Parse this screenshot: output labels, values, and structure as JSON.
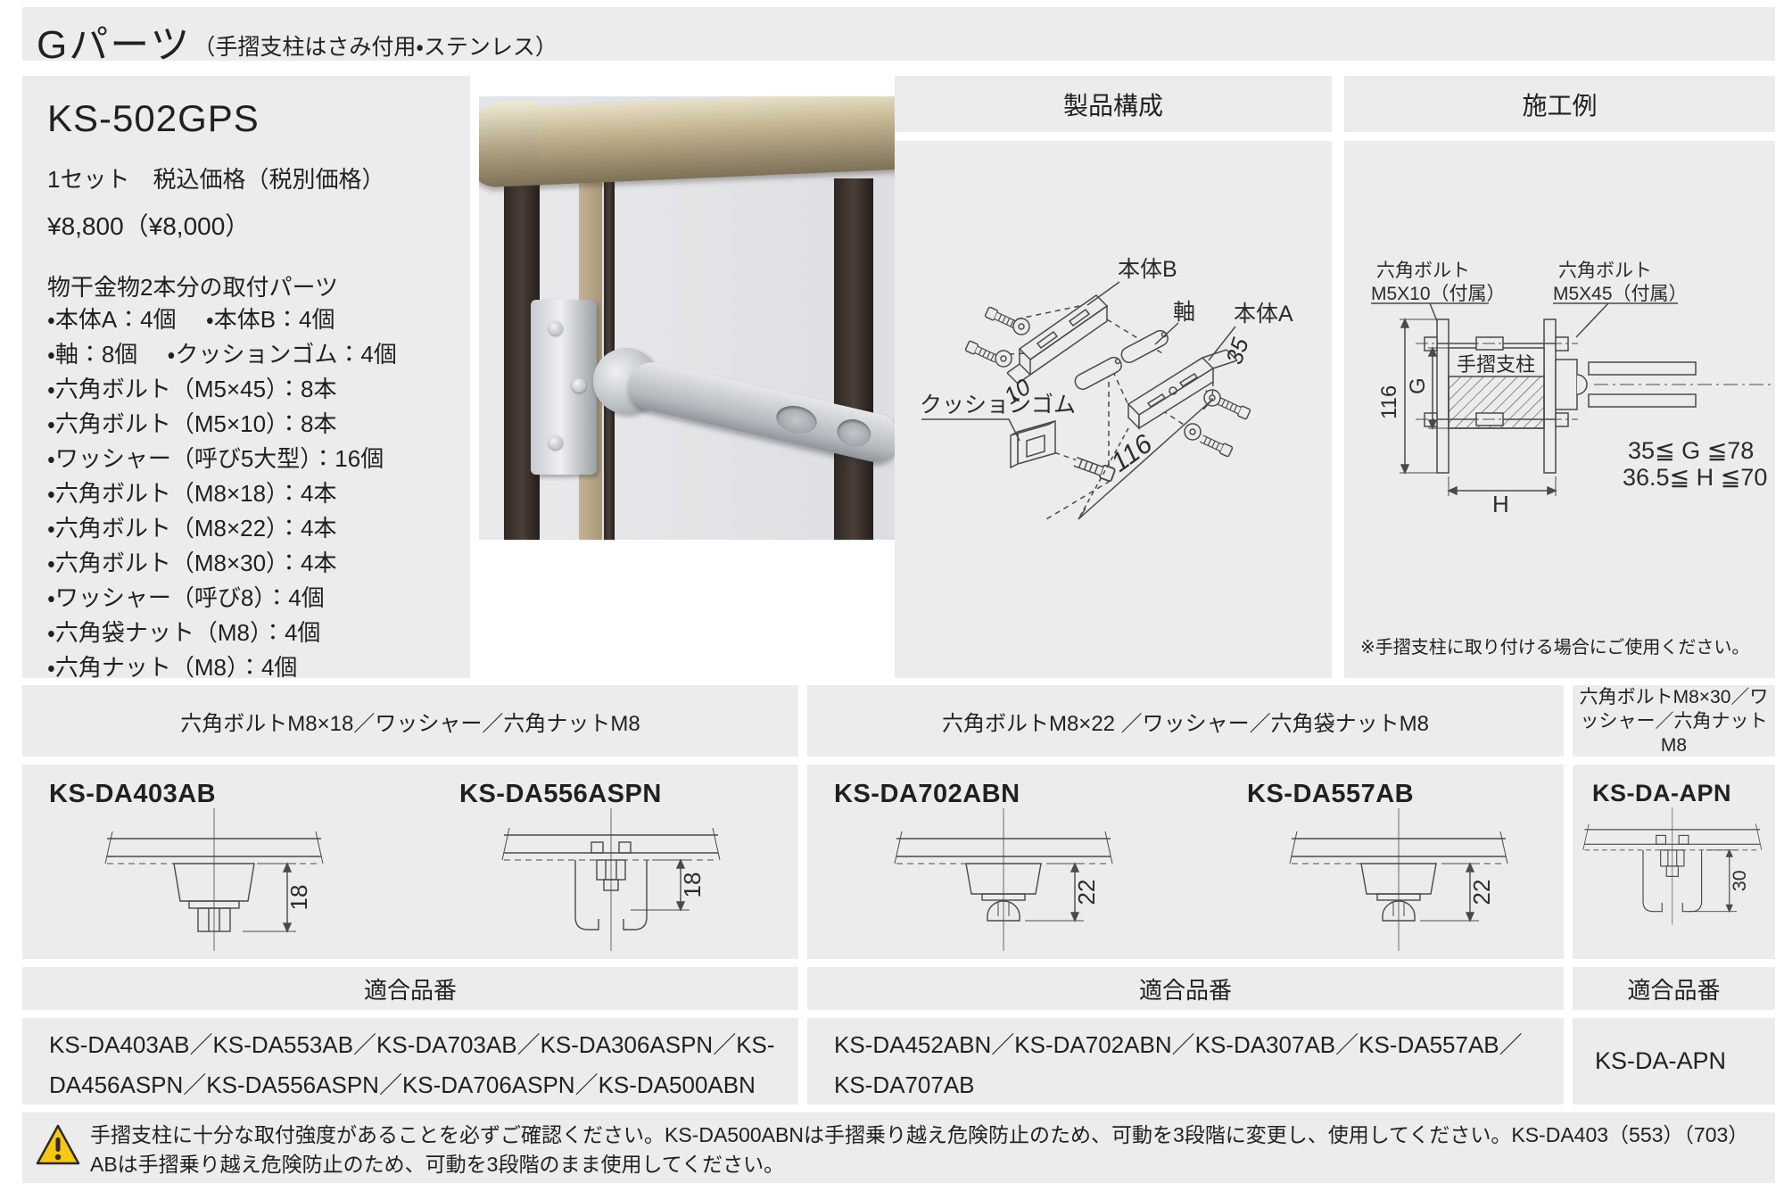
{
  "page": {
    "title": "Gパーツ",
    "title_note": "（手摺支柱はさみ付用・ステンレス）"
  },
  "product": {
    "model": "KS-502GPS",
    "price_label": "1セット　税込価格（税別価格）",
    "price": "¥8,800（¥8,000）",
    "parts_title": "物干金物2本分の取付パーツ",
    "parts": [
      "・本体A：4個　 ・本体B：4個",
      "・軸：8個　 ・クッションゴム：4個",
      "・六角ボルト（M5×45）：8本",
      "・六角ボルト（M5×10）：8本",
      "・ワッシャー（呼び5大型）：16個",
      "・六角ボルト（M8×18）：4本",
      "・六角ボルト（M8×22）：4本",
      "・六角ボルト（M8×30）：4本",
      "・ワッシャー（呼び8）：4個",
      "・六角袋ナット（M8）：4個",
      "・六角ナット（M8）：4個"
    ]
  },
  "composition": {
    "header": "製品構成",
    "labels": {
      "body_b": "本体B",
      "shaft": "軸",
      "body_a": "本体A",
      "cushion": "クッションゴム",
      "dim35": "35",
      "dim10": "10",
      "dim116": "116"
    }
  },
  "installation": {
    "header": "施工例",
    "labels": {
      "bolt_small_1": "六角ボルト",
      "bolt_small_2": "M5X10（付属）",
      "bolt_long_1": "六角ボルト",
      "bolt_long_2": "M5X45（付属）",
      "dim116": "116",
      "dim_g": "G",
      "post": "手摺支柱",
      "dim_h": "H",
      "range_g": "35≦ G ≦78",
      "range_h": "36.5≦ H ≦70",
      "note": "※手摺支柱に取り付ける場合にご使用ください。"
    }
  },
  "table": {
    "groups": [
      {
        "header": "六角ボルトM8×18／ワッシャー／六角ナットM8",
        "fit_label": "適合品番",
        "fit_numbers": "KS-DA403AB／KS-DA553AB／KS-DA703AB／KS-DA306ASPN／KS-DA456ASPN／KS-DA556ASPN／KS-DA706ASPN／KS-DA500ABN"
      },
      {
        "header": "六角ボルトM8×22 ／ワッシャー／六角袋ナットM8",
        "fit_label": "適合品番",
        "fit_numbers": "KS-DA452ABN／KS-DA702ABN／KS-DA307AB／KS-DA557AB／KS-DA707AB"
      },
      {
        "header": "六角ボルトM8×30／ワッシャー／六角ナットM8",
        "fit_label": "適合品番",
        "fit_numbers": "KS-DA-APN"
      }
    ],
    "products": [
      {
        "name": "KS-DA403AB",
        "dim": "18"
      },
      {
        "name": "KS-DA556ASPN",
        "dim": "18"
      },
      {
        "name": "KS-DA702ABN",
        "dim": "22"
      },
      {
        "name": "KS-DA557AB",
        "dim": "22"
      },
      {
        "name": "KS-DA-APN",
        "dim": "30"
      }
    ]
  },
  "warning": {
    "text": "手摺支柱に十分な取付強度があることを必ずご確認ください。KS-DA500ABNは手摺乗り越え危険防止のため、可動を3段階に変更し、使用してください。KS-DA403（553）（703）ABは手摺乗り越え危険防止のため、可動を3段階のまま使用してください。"
  },
  "colors": {
    "panel_gray": "#ececec",
    "text_dark": "#231f20",
    "line_gray": "#4a4a4a",
    "warning_yellow": "#f8c613"
  }
}
